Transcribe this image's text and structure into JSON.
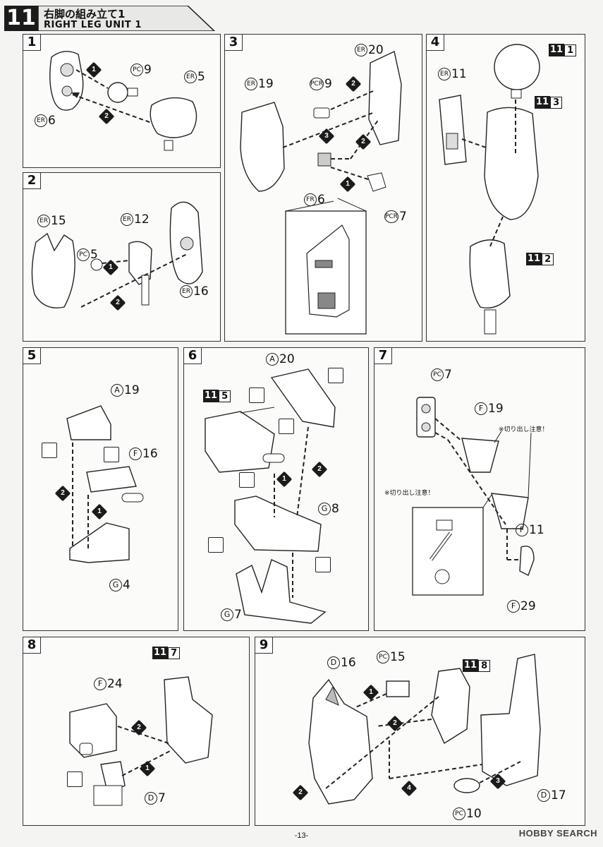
{
  "header": {
    "number": "11",
    "title_jp": "右脚の組み立て1",
    "title_en": "RIGHT LEG UNIT 1"
  },
  "refs": [
    {
      "id": "r111",
      "box": "11",
      "n": "1"
    },
    {
      "id": "r112",
      "box": "11",
      "n": "2"
    },
    {
      "id": "r113",
      "box": "11",
      "n": "3"
    },
    {
      "id": "r115",
      "box": "11",
      "n": "5"
    },
    {
      "id": "r117",
      "box": "11",
      "n": "7"
    },
    {
      "id": "r118",
      "box": "11",
      "n": "8"
    }
  ],
  "panels": [
    {
      "num": "1",
      "parts": [
        {
          "runner": "PC",
          "n": "9"
        },
        {
          "runner": "ER",
          "n": "5"
        },
        {
          "runner": "ER",
          "n": "6"
        }
      ]
    },
    {
      "num": "2",
      "parts": [
        {
          "runner": "ER",
          "n": "15"
        },
        {
          "runner": "ER",
          "n": "12"
        },
        {
          "runner": "PC",
          "n": "5"
        },
        {
          "runner": "ER",
          "n": "16"
        }
      ]
    },
    {
      "num": "3",
      "parts": [
        {
          "runner": "ER",
          "n": "20"
        },
        {
          "runner": "ER",
          "n": "19"
        },
        {
          "runner": "PCR",
          "n": "9"
        },
        {
          "runner": "FR",
          "n": "6"
        },
        {
          "runner": "PCR",
          "n": "7"
        }
      ]
    },
    {
      "num": "4",
      "parts": [
        {
          "runner": "ER",
          "n": "11"
        }
      ]
    },
    {
      "num": "5",
      "parts": [
        {
          "runner": "A",
          "n": "19"
        },
        {
          "runner": "F",
          "n": "16"
        },
        {
          "runner": "G",
          "n": "4"
        }
      ]
    },
    {
      "num": "6",
      "parts": [
        {
          "runner": "A",
          "n": "20"
        },
        {
          "runner": "G",
          "n": "8"
        },
        {
          "runner": "G",
          "n": "7"
        }
      ]
    },
    {
      "num": "7",
      "parts": [
        {
          "runner": "PC",
          "n": "7"
        },
        {
          "runner": "F",
          "n": "19"
        },
        {
          "runner": "F",
          "n": "11"
        },
        {
          "runner": "F",
          "n": "29"
        }
      ]
    },
    {
      "num": "8",
      "parts": [
        {
          "runner": "F",
          "n": "24"
        },
        {
          "runner": "D",
          "n": "7"
        }
      ]
    },
    {
      "num": "9",
      "parts": [
        {
          "runner": "D",
          "n": "16"
        },
        {
          "runner": "PC",
          "n": "15"
        },
        {
          "runner": "D",
          "n": "17"
        },
        {
          "runner": "PC",
          "n": "10"
        }
      ]
    }
  ],
  "notes": {
    "cut_caution_1": "※切り出し注意！",
    "cut_caution_2": "※切り出し注意！"
  },
  "footer": {
    "page": "-13-",
    "watermark": "HOBBY SEARCH"
  }
}
